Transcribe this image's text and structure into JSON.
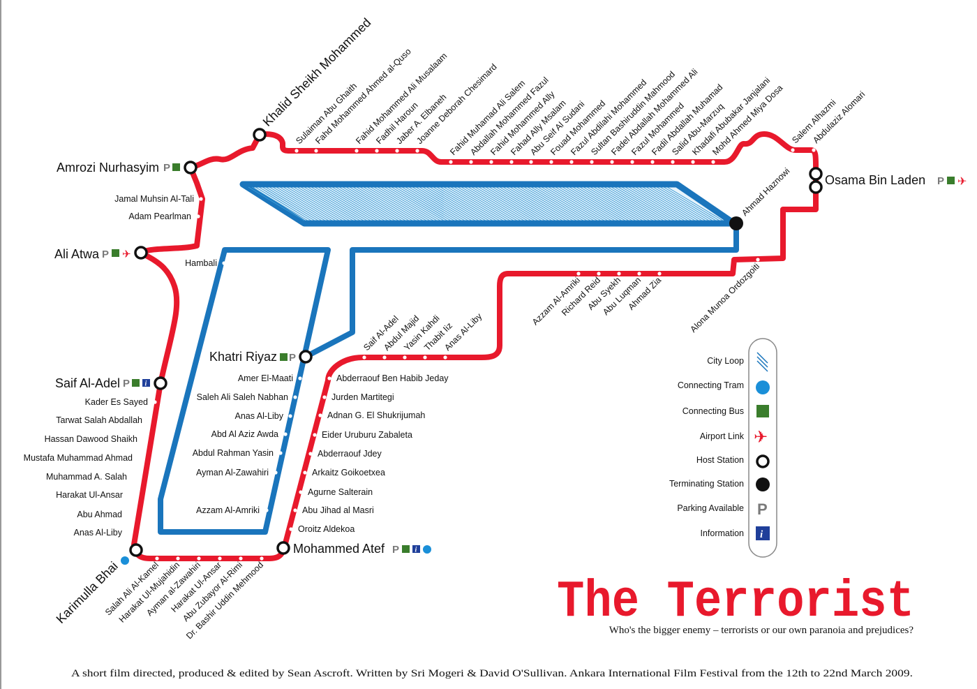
{
  "colors": {
    "red_line": "#e8192c",
    "blue_line": "#1a75bc",
    "bus": "#3a7d2c",
    "parking": "#7a7a7a",
    "info": "#1f3f9a"
  },
  "major_stations": {
    "khalid": "Khalid Sheikh Mohammed",
    "amrozi": "Amrozi Nurhasyim",
    "ali_atwa": "Ali Atwa",
    "saif": "Saif Al-Adel",
    "khatri": "Khatri Riyaz",
    "atef": "Mohammed Atef",
    "karimulla": "Karimulla Bhai",
    "osama": "Osama Bin Laden",
    "haznowi": "Ahmad Haznowi"
  },
  "amenity_glyphs": {
    "parking": "P",
    "info": "i"
  },
  "top_upper": [
    "Sulaiman Abu Ghaith",
    "Fahd Mohammed Ahmed al-Quso",
    "Fahid Mohammed Ali Musalaam",
    "Fadhil Haroun",
    "Jaber A. Elbaneh",
    "Joanne Deborah Chesimard"
  ],
  "top_lower": [
    "Fahid Muhamad Ali Salem",
    "Abdallah Mohammed Fazul",
    "Fahid Mohammed Ally",
    "Fahad Ally Msalam",
    "Abu Seif Al Sudani",
    "Fouad Mohammed",
    "Fazul Abdilahi Mohammed",
    "Sultan Bashiruddin Mahmood",
    "Fadel Abdallah Mohammed Ali",
    "Fazul Mohammed",
    "Fadil Abdallah Muhamad",
    "Salid Abu-Marzuq",
    "Khadafi Abubakar Janjalani",
    "Mohd Ahmed Miya Dosa"
  ],
  "top_right": [
    "Salem Alhazmi",
    "Abdulaziz Alomari"
  ],
  "left_upper": [
    "Jamal Muhsin Al-Tali",
    "Adam Pearlman"
  ],
  "left_lower": [
    "Kader Es Sayed",
    "Tarwat Salah Abdallah",
    "Hassan Dawood Shaikh",
    "Mustafa Muhammad Ahmad",
    "Muhammad A. Salah",
    "Harakat Ul-Ansar",
    "Abu Ahmad",
    "Anas Al-Liby"
  ],
  "bottom": [
    "Salah Ali Al-Kamel",
    "Harakat Ul-Mujahidin",
    "Ayman al-Zawahiri",
    "Harakat Ul-Ansar",
    "Abu Zubayor Al-Rimi",
    "Dr. Bashir Uddin Mehmood"
  ],
  "blue_left": [
    "Hambali"
  ],
  "blue_right": [
    "Amer El-Maati",
    "Saleh Ali Saleh Nabhan",
    "Anas Al-Liby",
    "Abd Al Aziz Awda",
    "Abdul Rahman Yasin",
    "Ayman Al-Zawahiri",
    "Azzam Al-Amriki"
  ],
  "diag": [
    "Abderraouf Ben Habib Jeday",
    "Jurden Martitegi",
    "Adnan G. El Shukrijumah",
    "Eider Uruburu Zabaleta",
    "Abderraouf Jdey",
    "Arkaitz Goikoetxea",
    "Agurne Salterain",
    "Abu Jihad al Masri",
    "Oroitz Aldekoa"
  ],
  "trigger": [
    "Saif Al-Adel",
    "Abdul Majid",
    "Yasin Kahdi",
    "Thabit Iiz",
    "Anas Al-Liby"
  ],
  "barrel": [
    "Azzam Al-Amriki",
    "Richard Reid",
    "Abu Syekh",
    "Abu Luqman",
    "Ahmad Zia"
  ],
  "right_single": [
    "Alona Munoa Ordozgoiti"
  ],
  "legend": {
    "city_loop": "City Loop",
    "tram": "Connecting Tram",
    "bus": "Connecting Bus",
    "airport": "Airport Link",
    "host": "Host Station",
    "terminating": "Terminating Station",
    "parking": "Parking Available",
    "information": "Information"
  },
  "title": "The Terrorist",
  "tagline": "Who's the bigger enemy – terrorists or our own paranoia and prejudices?",
  "footer": "A short film directed, produced & edited by Sean Ascroft. Written by Sri Mogeri & David O'Sullivan. Ankara International Film Festival from the 12th to 22nd March 2009."
}
